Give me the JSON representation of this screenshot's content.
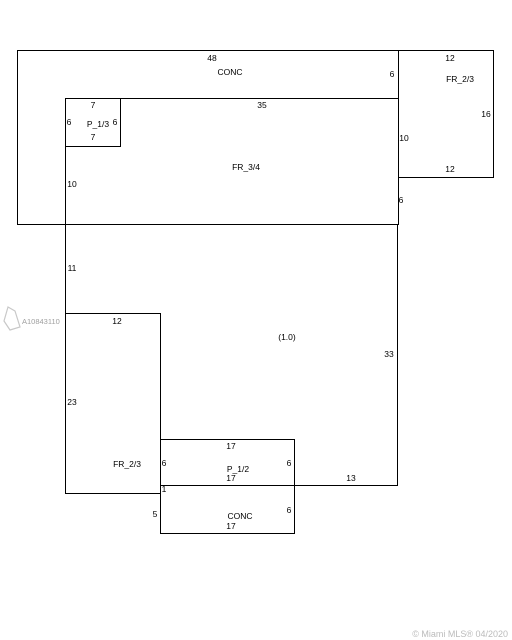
{
  "sketch": {
    "areas": {
      "conc_top": "CONC",
      "fr_2_3_top_right": "FR_2/3",
      "p_1_3": "P_1/3",
      "fr_3_4": "FR_3/4",
      "main_area": "(1.0)",
      "fr_2_3_left": "FR_2/3",
      "p_1_2": "P_1/2",
      "conc_bottom": "CONC"
    },
    "dimensions": {
      "conc_top_width": "48",
      "conc_top_side": "6",
      "fr_right_top": "12",
      "fr_right_height": "16",
      "fr_right_left_side": "10",
      "fr_right_bottom": "12",
      "p13_top": "7",
      "p13_left": "6",
      "p13_right": "6",
      "p13_bottom": "7",
      "fr34_top": "35",
      "fr34_left": "10",
      "fr34_right": "6",
      "main_left": "11",
      "main_right": "33",
      "main_bottom": "13",
      "fr_left_top": "12",
      "fr_left_side": "23",
      "p12_top": "17",
      "p12_left": "6",
      "p12_right": "6",
      "p12_bottom": "17",
      "conc_bottom_left": "5",
      "conc_bottom_right": "6",
      "conc_bottom_width": "17",
      "small_mark": "1"
    }
  },
  "watermark": {
    "listing_id": "A10843110",
    "copyright": "© Miami MLS® 04/2020"
  }
}
